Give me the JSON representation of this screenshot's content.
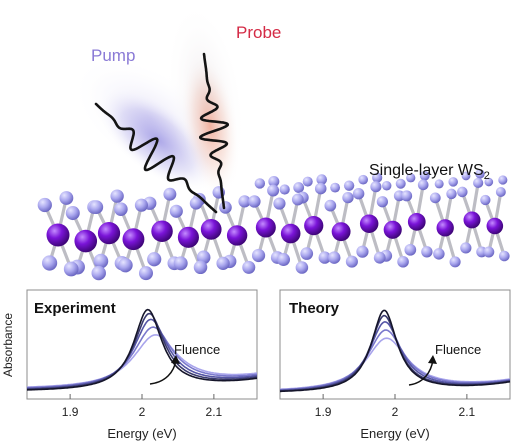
{
  "illustration": {
    "pump_label": "Pump",
    "probe_label": "Probe",
    "material_label": "Single-layer WS",
    "material_subscript": "2",
    "colors": {
      "pump": "#8a7ad6",
      "probe": "#d42a45",
      "metal_atom": "#7a14d8",
      "chalcogen_atom": "#a9a6ee",
      "bond": "#c9c9cc"
    }
  },
  "panels": [
    {
      "title": "Experiment",
      "annotation": "Fluence",
      "xlabel": "Energy (eV)",
      "ylabel": "Absorbance",
      "xticks": [
        "1.9",
        "2",
        "2.1"
      ]
    },
    {
      "title": "Theory",
      "annotation": "Fluence",
      "xlabel": "Energy (eV)",
      "ylabel": "",
      "xticks": [
        "1.9",
        "2",
        "2.1"
      ]
    }
  ],
  "chart_data": [
    {
      "type": "line",
      "title": "Experiment",
      "xlabel": "Energy (eV)",
      "ylabel": "Absorbance",
      "xlim": [
        1.84,
        2.16
      ],
      "xticks": [
        1.9,
        2.0,
        2.1
      ],
      "ylim": [
        0,
        1
      ],
      "series_model": "excitonic absorption peak, series ordered by increasing pump fluence",
      "series": [
        {
          "color": "#15152a",
          "peak_energy": 2.008,
          "peak_height": 0.84,
          "width": 0.024,
          "tail_level": 0.06
        },
        {
          "color": "#3a3a6e",
          "peak_energy": 2.01,
          "peak_height": 0.79,
          "width": 0.026,
          "tail_level": 0.07
        },
        {
          "color": "#5656a6",
          "peak_energy": 2.012,
          "peak_height": 0.72,
          "width": 0.029,
          "tail_level": 0.08
        },
        {
          "color": "#7a78cc",
          "peak_energy": 2.015,
          "peak_height": 0.63,
          "width": 0.033,
          "tail_level": 0.09
        },
        {
          "color": "#a8a4ec",
          "peak_energy": 2.018,
          "peak_height": 0.54,
          "width": 0.037,
          "tail_level": 0.1
        }
      ]
    },
    {
      "type": "line",
      "title": "Theory",
      "xlabel": "Energy (eV)",
      "ylabel": "",
      "xlim": [
        1.84,
        2.16
      ],
      "xticks": [
        1.9,
        2.0,
        2.1
      ],
      "ylim": [
        0,
        1
      ],
      "series_model": "excitonic absorption peak, series ordered by increasing pump fluence",
      "series": [
        {
          "color": "#15152a",
          "peak_energy": 1.985,
          "peak_height": 0.86,
          "width": 0.022,
          "tail_level": 0.03
        },
        {
          "color": "#3a3a6e",
          "peak_energy": 1.985,
          "peak_height": 0.8,
          "width": 0.024,
          "tail_level": 0.035
        },
        {
          "color": "#5656a6",
          "peak_energy": 1.986,
          "peak_height": 0.73,
          "width": 0.027,
          "tail_level": 0.04
        },
        {
          "color": "#7a78cc",
          "peak_energy": 1.987,
          "peak_height": 0.64,
          "width": 0.031,
          "tail_level": 0.045
        },
        {
          "color": "#a8a4ec",
          "peak_energy": 1.988,
          "peak_height": 0.55,
          "width": 0.035,
          "tail_level": 0.05
        }
      ]
    }
  ]
}
